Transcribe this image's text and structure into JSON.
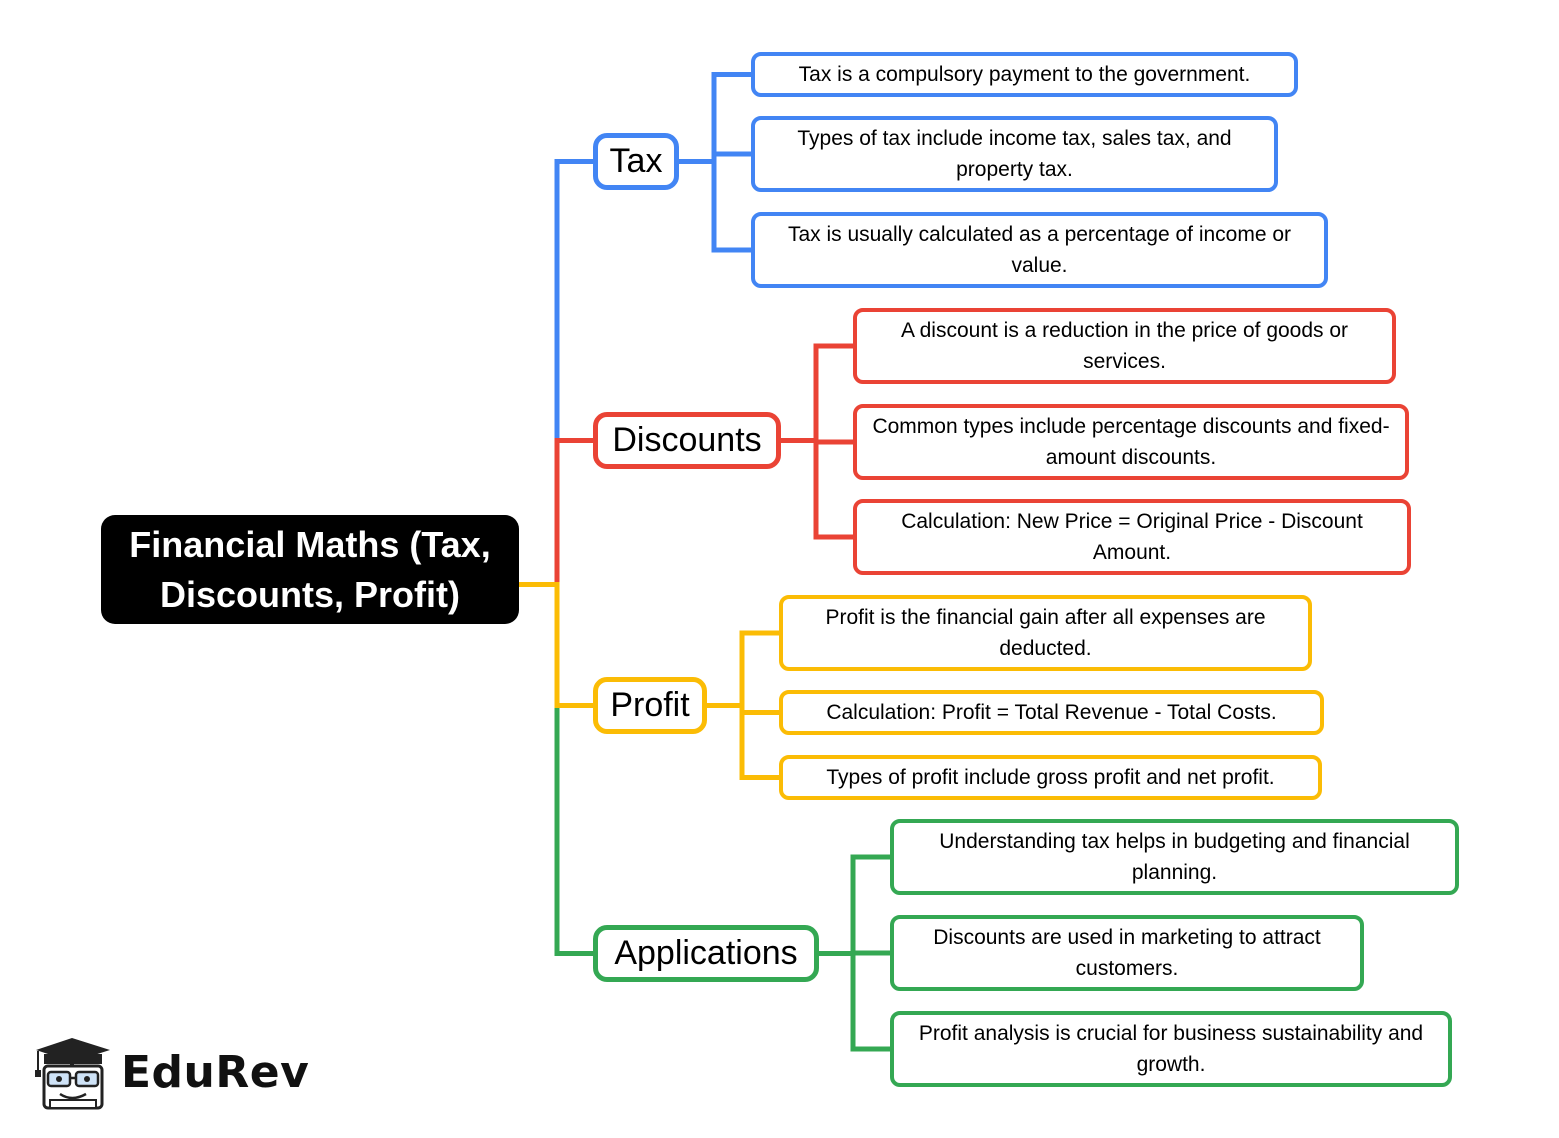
{
  "root": {
    "title": "Financial Maths (Tax, Discounts, Profit)"
  },
  "colors": {
    "tax": "#4285f4",
    "discounts": "#ea4335",
    "profit": "#fbbc05",
    "applications": "#34a853",
    "root": "#000000"
  },
  "branches": [
    {
      "label": "Tax",
      "color": "#4285f4",
      "items": [
        "Tax is a compulsory payment to the government.",
        "Types of tax include income tax, sales tax, and property tax.",
        "Tax is usually calculated as a percentage of income or value."
      ]
    },
    {
      "label": "Discounts",
      "color": "#ea4335",
      "items": [
        "A discount is a reduction in the price of goods or services.",
        "Common types include percentage discounts and fixed-amount discounts.",
        "Calculation: New Price = Original Price - Discount Amount."
      ]
    },
    {
      "label": "Profit",
      "color": "#fbbc05",
      "items": [
        "Profit is the financial gain after all expenses are deducted.",
        "Calculation: Profit = Total Revenue - Total Costs.",
        "Types of profit include gross profit and net profit."
      ]
    },
    {
      "label": "Applications",
      "color": "#34a853",
      "items": [
        "Understanding tax helps in budgeting and financial planning.",
        "Discounts are used in marketing to attract customers.",
        "Profit analysis is crucial for business sustainability and growth."
      ]
    }
  ],
  "logo": {
    "text": "EduRev",
    "icon": "graduate-cap-icon"
  }
}
